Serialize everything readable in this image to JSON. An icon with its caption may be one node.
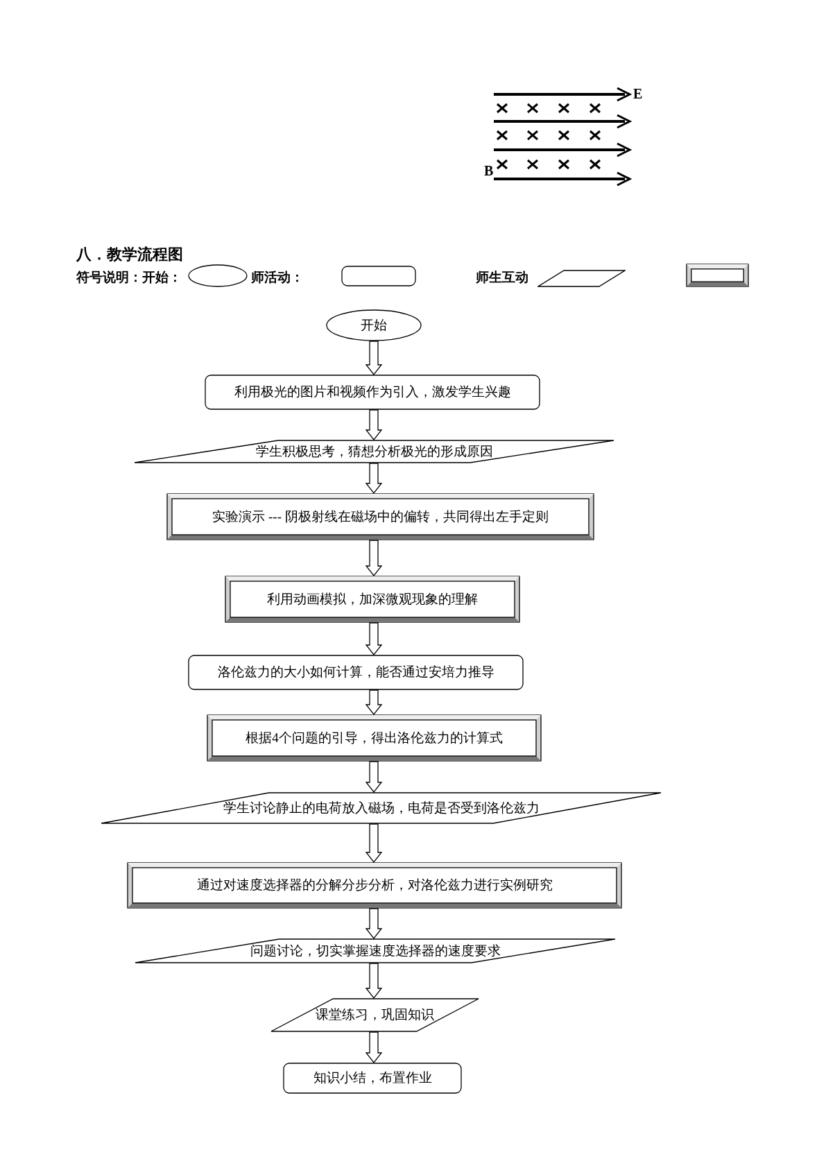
{
  "diagram": {
    "title": "八．教学流程图",
    "nodes": [
      {
        "text": [
          "开始"
        ]
      },
      {
        "text": [
          "利用极光的图片和视频作为引入，激发学生兴趣"
        ]
      },
      {
        "text": [
          "学生积极思考，猜想分析极光的形成原因"
        ]
      },
      {
        "text": [
          "实验演示 --- 阴极射线在磁场中的偏转，共同得出左手定则"
        ]
      },
      {
        "text": [
          "利用动画模拟，加深微观现象的理解"
        ]
      },
      {
        "text": [
          "洛伦兹力的大小如何计算，能否通过安培力推导"
        ]
      },
      {
        "text": [
          "根据4个问题的引导，得出洛伦兹力的计算式"
        ]
      },
      {
        "text": [
          "学生讨论静止的电荷放入磁场，电荷是否受到洛伦兹力"
        ]
      },
      {
        "text": [
          "通过对速度选择器的分解分步分析，对洛伦兹力进行实例研究"
        ]
      },
      {
        "text": [
          "问题讨论，切实掌握速度选择器的速度要求"
        ]
      },
      {
        "text": [
          "课堂练习，巩固知识"
        ]
      },
      {
        "text": [
          "知识小结，布置作业"
        ]
      },
      {
        "text": [],
        "shape": "circle"
      },
      {
        "text": [],
        "shape": "box"
      },
      {
        "text": [],
        "shape": "box"
      },
      {
        "text": [],
        "shape": "box"
      }
    ],
    "edges": [
      {
        "from": 0,
        "to": 1,
        "arrow": "to"
      },
      {
        "from": 1,
        "to": 2,
        "arrow": "to"
      },
      {
        "from": 2,
        "to": 3,
        "arrow": "to"
      },
      {
        "from": 3,
        "to": 4,
        "arrow": "to"
      },
      {
        "from": 4,
        "to": 5,
        "arrow": "to"
      },
      {
        "from": 5,
        "to": 6,
        "arrow": "to"
      },
      {
        "from": 6,
        "to": 7,
        "arrow": "to"
      },
      {
        "from": 7,
        "to": 8,
        "arrow": "to"
      },
      {
        "from": 8,
        "to": 9,
        "arrow": "to"
      },
      {
        "from": 9,
        "to": 10,
        "arrow": "to"
      },
      {
        "from": 10,
        "to": 11,
        "arrow": "to"
      }
    ],
    "labels": [
      "E",
      "B",
      "符号说明：开始：",
      "师活动：",
      "师生互动"
    ]
  }
}
